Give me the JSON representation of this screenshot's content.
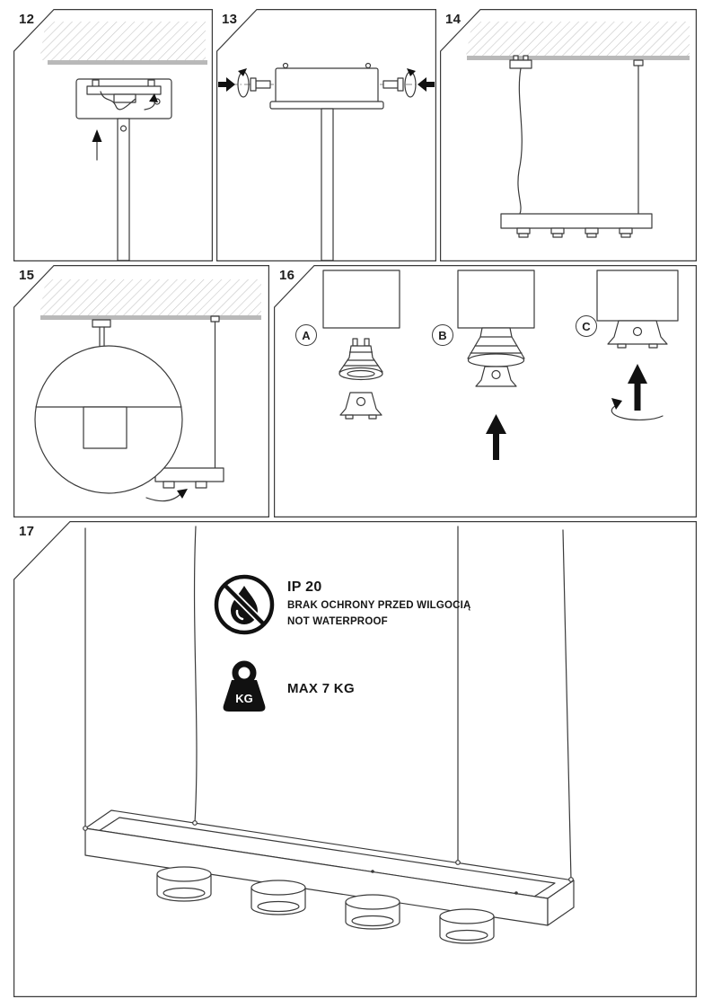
{
  "colors": {
    "line": "#3a3a3a",
    "ceiling_fill": "#b9b9b9",
    "ink": "#111111"
  },
  "icons": {
    "moisture": "no-water-drop-icon",
    "weight": "kettlebell-weight-icon"
  },
  "panels": {
    "step12": {
      "number": "12"
    },
    "step13": {
      "number": "13"
    },
    "step14": {
      "number": "14"
    },
    "step15": {
      "number": "15"
    },
    "step16": {
      "number": "16",
      "variant_labels": [
        "A",
        "B",
        "C"
      ]
    },
    "step17": {
      "number": "17",
      "ip_rating": "IP 20",
      "protection_note_pl": "BRAK OCHRONY PRZED WILGOCIĄ",
      "protection_note_en": "NOT WATERPROOF",
      "weight_badge": "KG",
      "max_load": "MAX 7 KG"
    }
  }
}
